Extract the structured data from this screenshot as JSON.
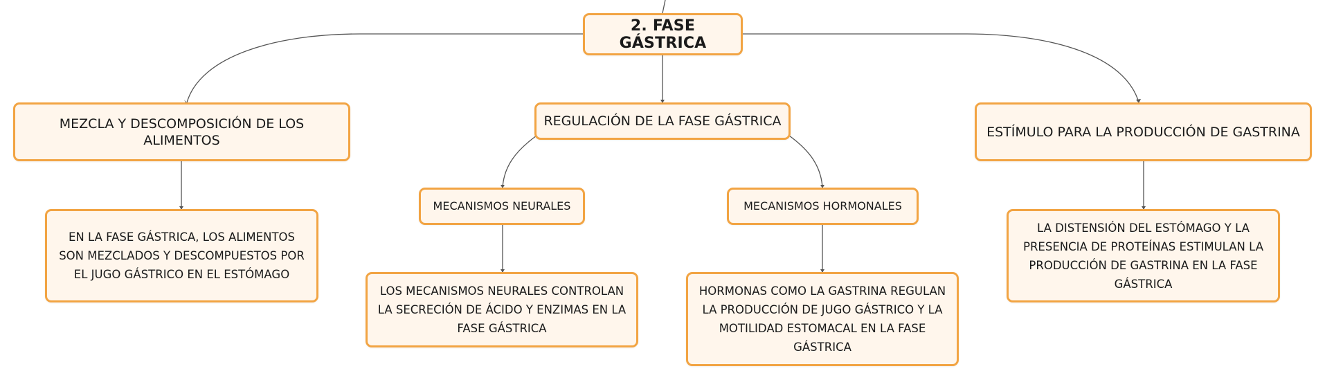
{
  "diagram": {
    "root": {
      "label": "2. FASE GÁSTRICA"
    },
    "branches": [
      {
        "label": "MEZCLA Y DESCOMPOSICIÓN DE LOS ALIMENTOS",
        "detail": "EN LA FASE GÁSTRICA, LOS ALIMENTOS SON MEZCLADOS Y DESCOMPUESTOS POR EL JUGO GÁSTRICO EN EL ESTÓMAGO"
      },
      {
        "label": "REGULACIÓN DE LA FASE GÁSTRICA",
        "children": [
          {
            "label": "MECANISMOS NEURALES",
            "detail": "LOS MECANISMOS NEURALES CONTROLAN LA SECRECIÓN DE ÁCIDO Y ENZIMAS EN LA FASE GÁSTRICA"
          },
          {
            "label": "MECANISMOS HORMONALES",
            "detail": "HORMONAS COMO LA GASTRINA REGULAN LA PRODUCCIÓN DE JUGO GÁSTRICO Y LA MOTILIDAD ESTOMACAL EN LA FASE GÁSTRICA"
          }
        ]
      },
      {
        "label": "ESTÍMULO PARA LA PRODUCCIÓN DE GASTRINA",
        "detail": "LA DISTENSIÓN DEL ESTÓMAGO Y LA PRESENCIA DE PROTEÍNAS ESTIMULAN LA PRODUCCIÓN DE GASTRINA EN LA FASE GÁSTRICA"
      }
    ]
  },
  "colors": {
    "node_border": "#f2a443",
    "node_fill": "#fff6ec",
    "connector": "#555555",
    "text": "#1a1a1a"
  }
}
